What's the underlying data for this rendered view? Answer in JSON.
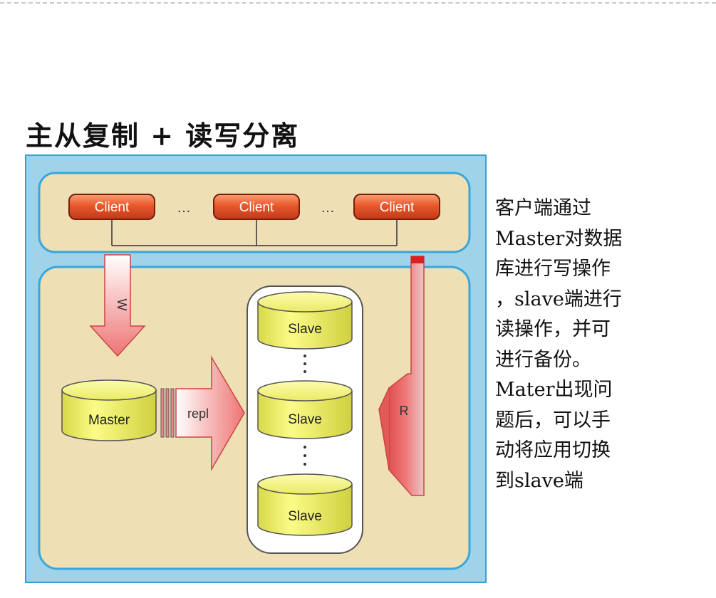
{
  "title": "主从复制 + 读写分离",
  "diagram": {
    "clients": [
      "Client",
      "Client",
      "Client"
    ],
    "client_ellipsis": "…",
    "write_label": "W",
    "read_label": "R",
    "master_label": "Master",
    "repl_label": "repl",
    "slaves": [
      "Slave",
      "Slave",
      "Slave"
    ]
  },
  "description_lines": [
    "客户端通过",
    "Master对数据",
    "库进行写操作",
    "，slave端进行",
    "读操作，并可",
    "进行备份。",
    "Mater出现问",
    "题后，可以手",
    "动将应用切换",
    "到slave端"
  ],
  "colors": {
    "outer_frame": "#9fd3ea",
    "panel_fill": "#efdfb5",
    "panel_border": "#3aa6da",
    "client_fill": "#e8582a",
    "cylinder_fill": "#f3f368",
    "arrow_fill": "#f08a8a"
  }
}
